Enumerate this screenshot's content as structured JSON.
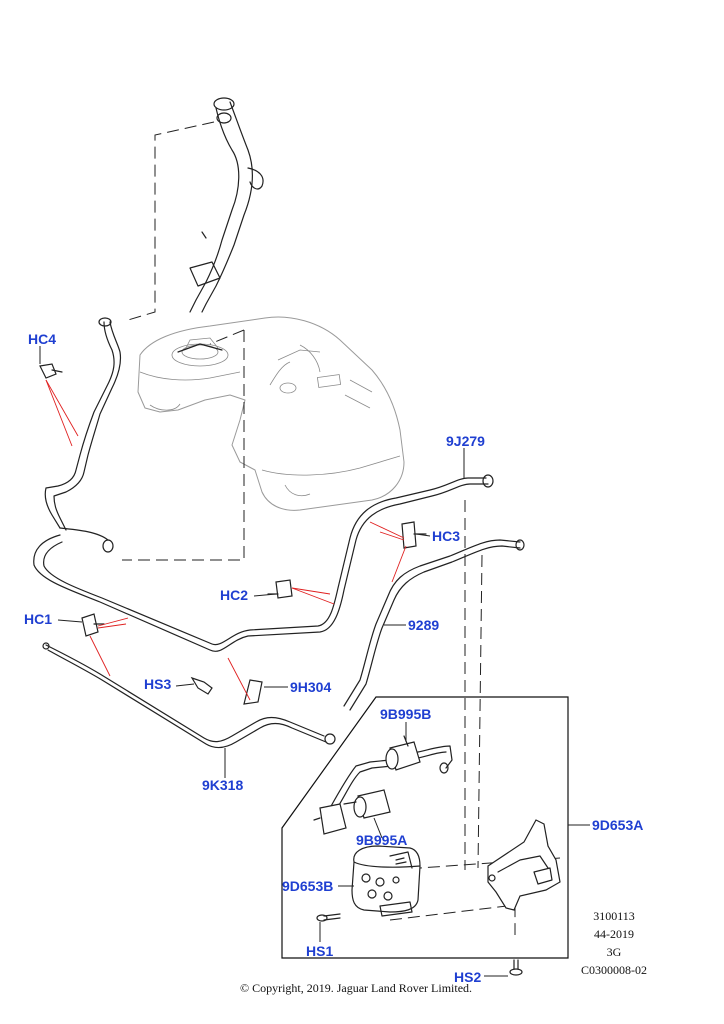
{
  "callouts": {
    "hc4": "HC4",
    "hc2": "HC2",
    "hc1": "HC1",
    "hc3": "HC3",
    "hs3": "HS3",
    "hs1": "HS1",
    "hs2": "HS2",
    "p9j279": "9J279",
    "p9289": "9289",
    "p9h304": "9H304",
    "p9k318": "9K318",
    "p9b995b": "9B995B",
    "p9b995a": "9B995A",
    "p9d653a": "9D653A",
    "p9d653b": "9D653B"
  },
  "reference": {
    "line1": "3100113",
    "line2": "44-2019",
    "line3": "3G",
    "line4": "C0300008-02"
  },
  "copyright": "© Copyright, 2019. Jaguar Land Rover Limited."
}
